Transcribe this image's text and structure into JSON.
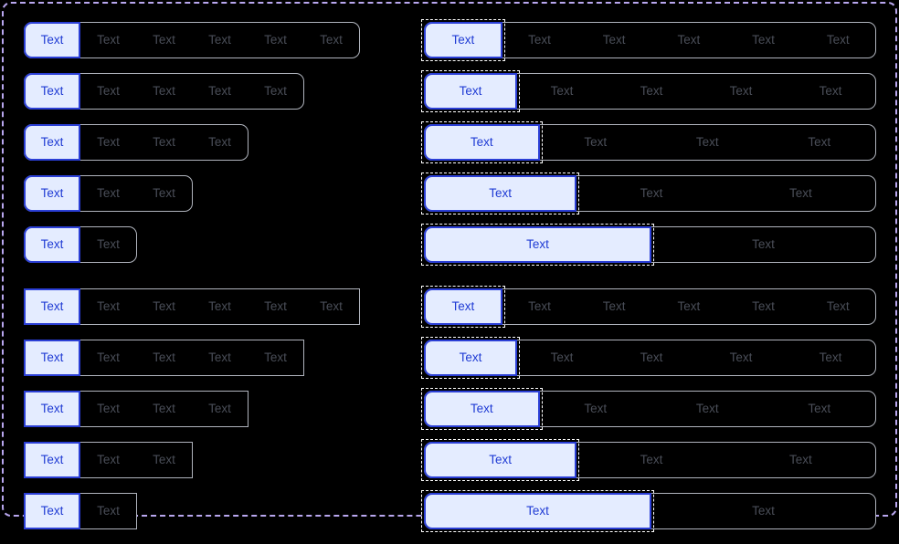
{
  "canvas": {
    "background": "#000000",
    "frame_border_color": "#b9a7ef",
    "frame_border_style": "dashed"
  },
  "theme": {
    "active_fill": "#e4ecff",
    "active_text": "#1f3bd4",
    "active_border": "#2b3fd6",
    "inactive_text": "#4a4e58",
    "container_border": "#b0b4bd",
    "selection_outline": "#ffffff"
  },
  "label": "Text",
  "columns": [
    {
      "name": "left-column",
      "sizing": "auto",
      "groups": [
        {
          "name": "left-rounded-group",
          "corner_style": "rounded",
          "rows": [
            {
              "segment_count": 6,
              "active_index": 0,
              "selected": false,
              "segments": [
                "Text",
                "Text",
                "Text",
                "Text",
                "Text",
                "Text"
              ]
            },
            {
              "segment_count": 5,
              "active_index": 0,
              "selected": false,
              "segments": [
                "Text",
                "Text",
                "Text",
                "Text",
                "Text"
              ]
            },
            {
              "segment_count": 4,
              "active_index": 0,
              "selected": false,
              "segments": [
                "Text",
                "Text",
                "Text",
                "Text"
              ]
            },
            {
              "segment_count": 3,
              "active_index": 0,
              "selected": false,
              "segments": [
                "Text",
                "Text",
                "Text"
              ]
            },
            {
              "segment_count": 2,
              "active_index": 0,
              "selected": false,
              "segments": [
                "Text",
                "Text"
              ]
            }
          ]
        },
        {
          "name": "left-square-group",
          "corner_style": "square",
          "rows": [
            {
              "segment_count": 6,
              "active_index": 0,
              "selected": false,
              "segments": [
                "Text",
                "Text",
                "Text",
                "Text",
                "Text",
                "Text"
              ]
            },
            {
              "segment_count": 5,
              "active_index": 0,
              "selected": false,
              "segments": [
                "Text",
                "Text",
                "Text",
                "Text",
                "Text"
              ]
            },
            {
              "segment_count": 4,
              "active_index": 0,
              "selected": false,
              "segments": [
                "Text",
                "Text",
                "Text",
                "Text"
              ]
            },
            {
              "segment_count": 3,
              "active_index": 0,
              "selected": false,
              "segments": [
                "Text",
                "Text",
                "Text"
              ]
            },
            {
              "segment_count": 2,
              "active_index": 0,
              "selected": false,
              "segments": [
                "Text",
                "Text"
              ]
            }
          ]
        }
      ]
    },
    {
      "name": "right-column",
      "sizing": "full-width",
      "groups": [
        {
          "name": "right-rounded-group",
          "corner_style": "rounded",
          "rows": [
            {
              "segment_count": 6,
              "active_index": 0,
              "selected": true,
              "segments": [
                "Text",
                "Text",
                "Text",
                "Text",
                "Text",
                "Text"
              ]
            },
            {
              "segment_count": 5,
              "active_index": 0,
              "selected": true,
              "segments": [
                "Text",
                "Text",
                "Text",
                "Text",
                "Text"
              ]
            },
            {
              "segment_count": 4,
              "active_index": 0,
              "selected": true,
              "segments": [
                "Text",
                "Text",
                "Text",
                "Text"
              ]
            },
            {
              "segment_count": 3,
              "active_index": 0,
              "selected": true,
              "segments": [
                "Text",
                "Text",
                "Text"
              ]
            },
            {
              "segment_count": 2,
              "active_index": 0,
              "selected": true,
              "segments": [
                "Text",
                "Text"
              ]
            }
          ]
        },
        {
          "name": "right-rounded-group-2",
          "corner_style": "rounded",
          "rows": [
            {
              "segment_count": 6,
              "active_index": 0,
              "selected": true,
              "segments": [
                "Text",
                "Text",
                "Text",
                "Text",
                "Text",
                "Text"
              ]
            },
            {
              "segment_count": 5,
              "active_index": 0,
              "selected": true,
              "segments": [
                "Text",
                "Text",
                "Text",
                "Text",
                "Text"
              ]
            },
            {
              "segment_count": 4,
              "active_index": 0,
              "selected": true,
              "segments": [
                "Text",
                "Text",
                "Text",
                "Text"
              ]
            },
            {
              "segment_count": 3,
              "active_index": 0,
              "selected": true,
              "segments": [
                "Text",
                "Text",
                "Text"
              ]
            },
            {
              "segment_count": 2,
              "active_index": 0,
              "selected": true,
              "segments": [
                "Text",
                "Text"
              ]
            }
          ]
        }
      ]
    }
  ]
}
